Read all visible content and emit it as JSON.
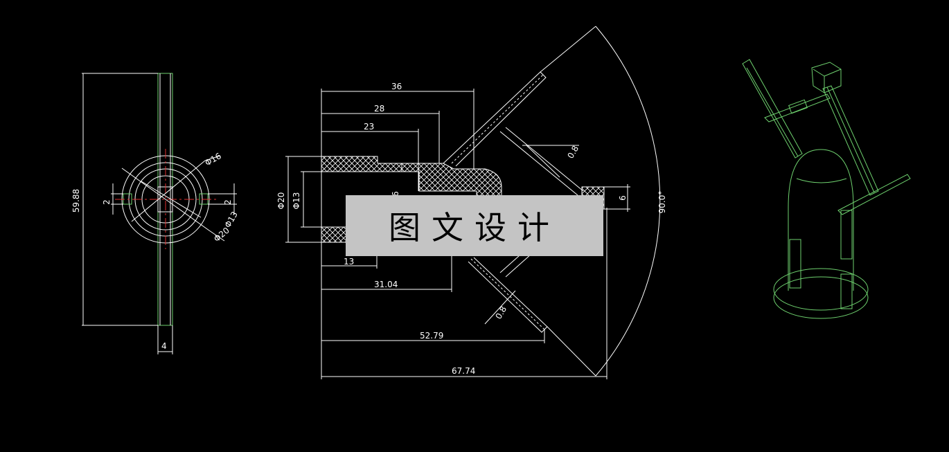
{
  "front_view": {
    "height_label": "59.88",
    "width_label": "4",
    "dia_outer_label": "Φ20",
    "dia_mid_label": "Φ16",
    "dia_inner_label": "Φ13",
    "slot_left_label": "2",
    "slot_right_label": "2"
  },
  "section_view": {
    "dim_36": "36",
    "dim_28": "28",
    "dim_23": "23",
    "dim_phi20": "Φ20",
    "dim_phi13": "Φ13",
    "dim_6_partial": "6",
    "dim_13": "13",
    "dim_31_04": "31.04",
    "dim_52_79": "52.79",
    "dim_67_74": "67.74",
    "dim_0_8_top": "0.8",
    "dim_0_8_bottom": "0.8",
    "dim_6_right": "6",
    "angle_label": "90.0°"
  },
  "watermark": "图文设计",
  "colors": {
    "background": "#000000",
    "lines": "#ffffff",
    "iso_lines": "#6fd26f",
    "centerline": "#e03030",
    "watermark_bg": "#c4c4c4"
  }
}
